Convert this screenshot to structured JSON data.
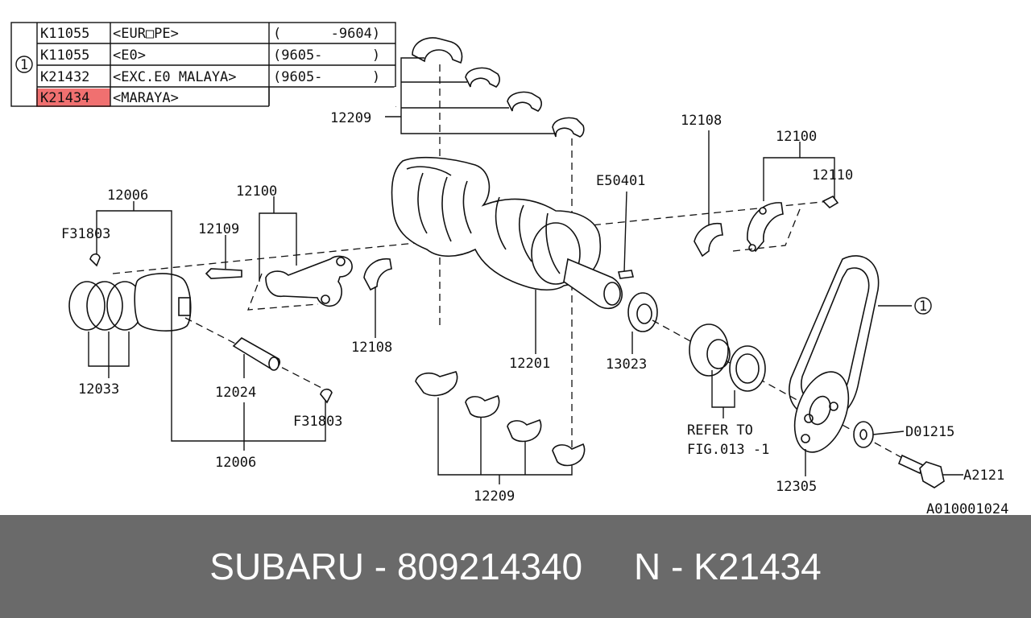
{
  "table": {
    "ref": "1",
    "rows": [
      {
        "code": "K11055",
        "desc": "<EUR□PE>",
        "range": "(      -9604)",
        "highlight": false
      },
      {
        "code": "K11055",
        "desc": "<E0>",
        "range": "(9605-      )",
        "highlight": false
      },
      {
        "code": "K21432",
        "desc": "<EXC.E0 MALAYA>",
        "range": "(9605-      )",
        "highlight": false
      },
      {
        "code": "K21434",
        "desc": "<MARAYA>",
        "range": "",
        "highlight": true
      }
    ]
  },
  "labels": {
    "l_12209_top": "12209",
    "l_12108_right": "12108",
    "l_12100_right": "12100",
    "l_12110": "12110",
    "l_e50401": "E50401",
    "l_12006_top": "12006",
    "l_12100_left": "12100",
    "l_f31803_top": "F31803",
    "l_12109": "12109",
    "l_12108_mid": "12108",
    "l_12201": "12201",
    "l_13023": "13023",
    "l_12033": "12033",
    "l_12024": "12024",
    "l_f31803_bottom": "F31803",
    "l_12006_bottom": "12006",
    "l_refer_to": "REFER TO",
    "l_fig": "FIG.013 -1",
    "l_d01215": "D01215",
    "l_12305": "12305",
    "l_a2121": "A2121",
    "l_12209_bottom": "12209",
    "l_ref_1": "1",
    "l_diagram_id": "A010001024"
  },
  "banner": {
    "text": "SUBARU - 809214340     N - K21434"
  },
  "colors": {
    "highlight": "#f07070",
    "banner_bg": "#6a6a6a",
    "banner_text": "#ffffff"
  }
}
